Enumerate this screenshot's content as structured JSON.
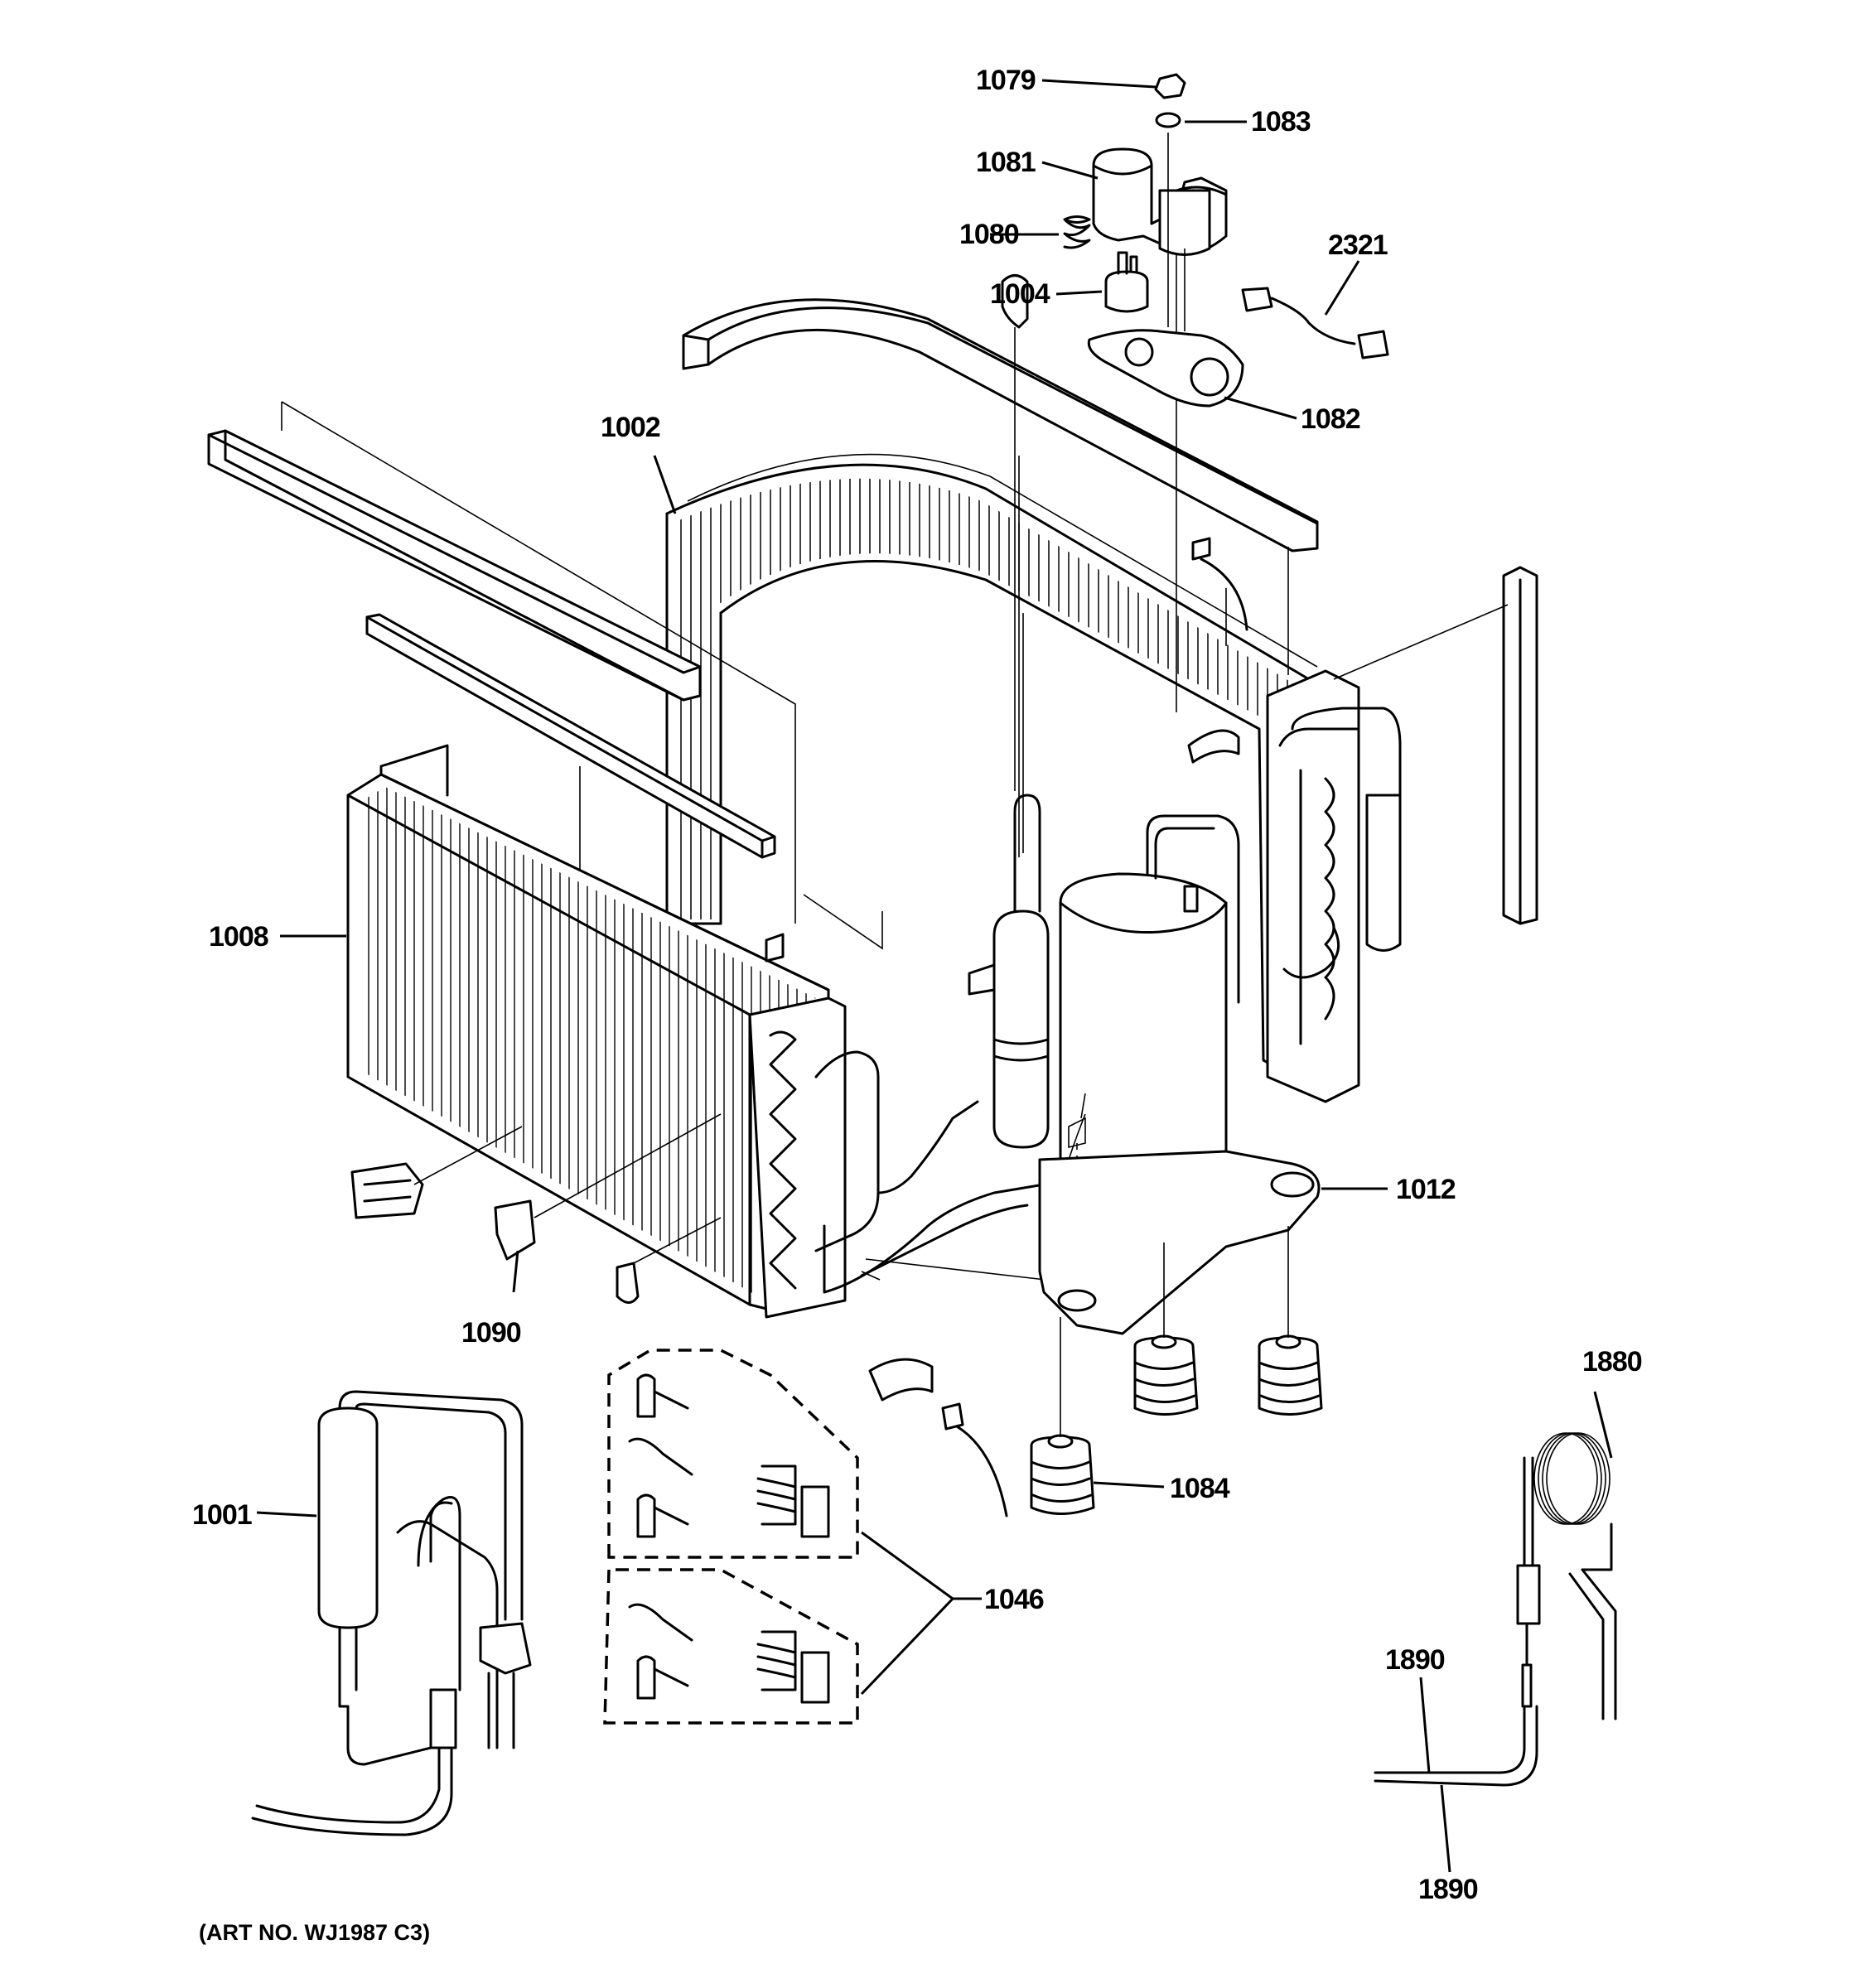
{
  "parts": {
    "p1079": "1079",
    "p1083": "1083",
    "p1081": "1081",
    "p1080": "1080",
    "p1004": "1004",
    "p2321": "2321",
    "p1082": "1082",
    "p1002": "1002",
    "p1008": "1008",
    "p1012": "1012",
    "p1090": "1090",
    "p1001": "1001",
    "p1084": "1084",
    "p1046": "1046",
    "p1880": "1880",
    "p1890_top": "1890",
    "p1890_bottom": "1890"
  },
  "art_number": "(ART NO. WJ1987 C3)"
}
